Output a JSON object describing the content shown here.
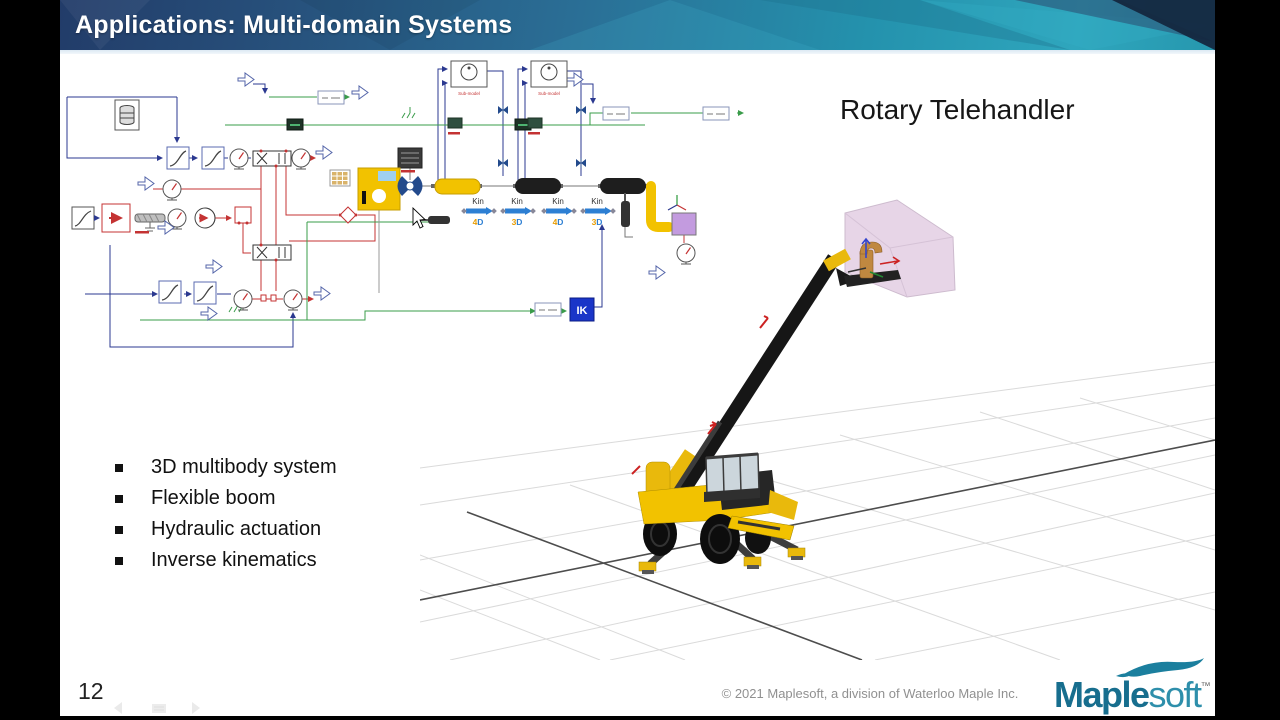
{
  "header": {
    "title": "Applications: Multi-domain Systems"
  },
  "content": {
    "caption": "Rotary Telehandler",
    "bullets": [
      "3D multibody system",
      "Flexible boom",
      "Hydraulic actuation",
      "Inverse kinematics"
    ],
    "diagram": {
      "kin": [
        {
          "label": "Kin",
          "num": "4",
          "letter": "D"
        },
        {
          "label": "Kin",
          "num": "3",
          "letter": "D"
        },
        {
          "label": "Kin",
          "num": "4",
          "letter": "D"
        },
        {
          "label": "Kin",
          "num": "3",
          "letter": "D"
        }
      ],
      "ik": "IK"
    }
  },
  "footer": {
    "page": "12",
    "copyright": "© 2021 Maplesoft, a division of Waterloo Maple Inc.",
    "logo": {
      "maple": "Maple",
      "soft": "soft",
      "tm": "™"
    }
  },
  "icons": {
    "prev": "left-arrow",
    "slides": "slide-panel",
    "next": "right-arrow",
    "cursor": "mouse-pointer"
  },
  "colors": {
    "frame": "#000000",
    "header_navy": "#223c69",
    "header_teal": "#2fa6bd",
    "slide_bg": "#ffffff",
    "wire_blue": "#2b3990",
    "wire_red": "#c43333",
    "wire_green": "#3a9c4a",
    "ik_blue": "#1a35c8",
    "machine_yellow": "#f2c200",
    "load_box_pink": "#e6d3e6",
    "logo_teal": "#176e8e"
  }
}
